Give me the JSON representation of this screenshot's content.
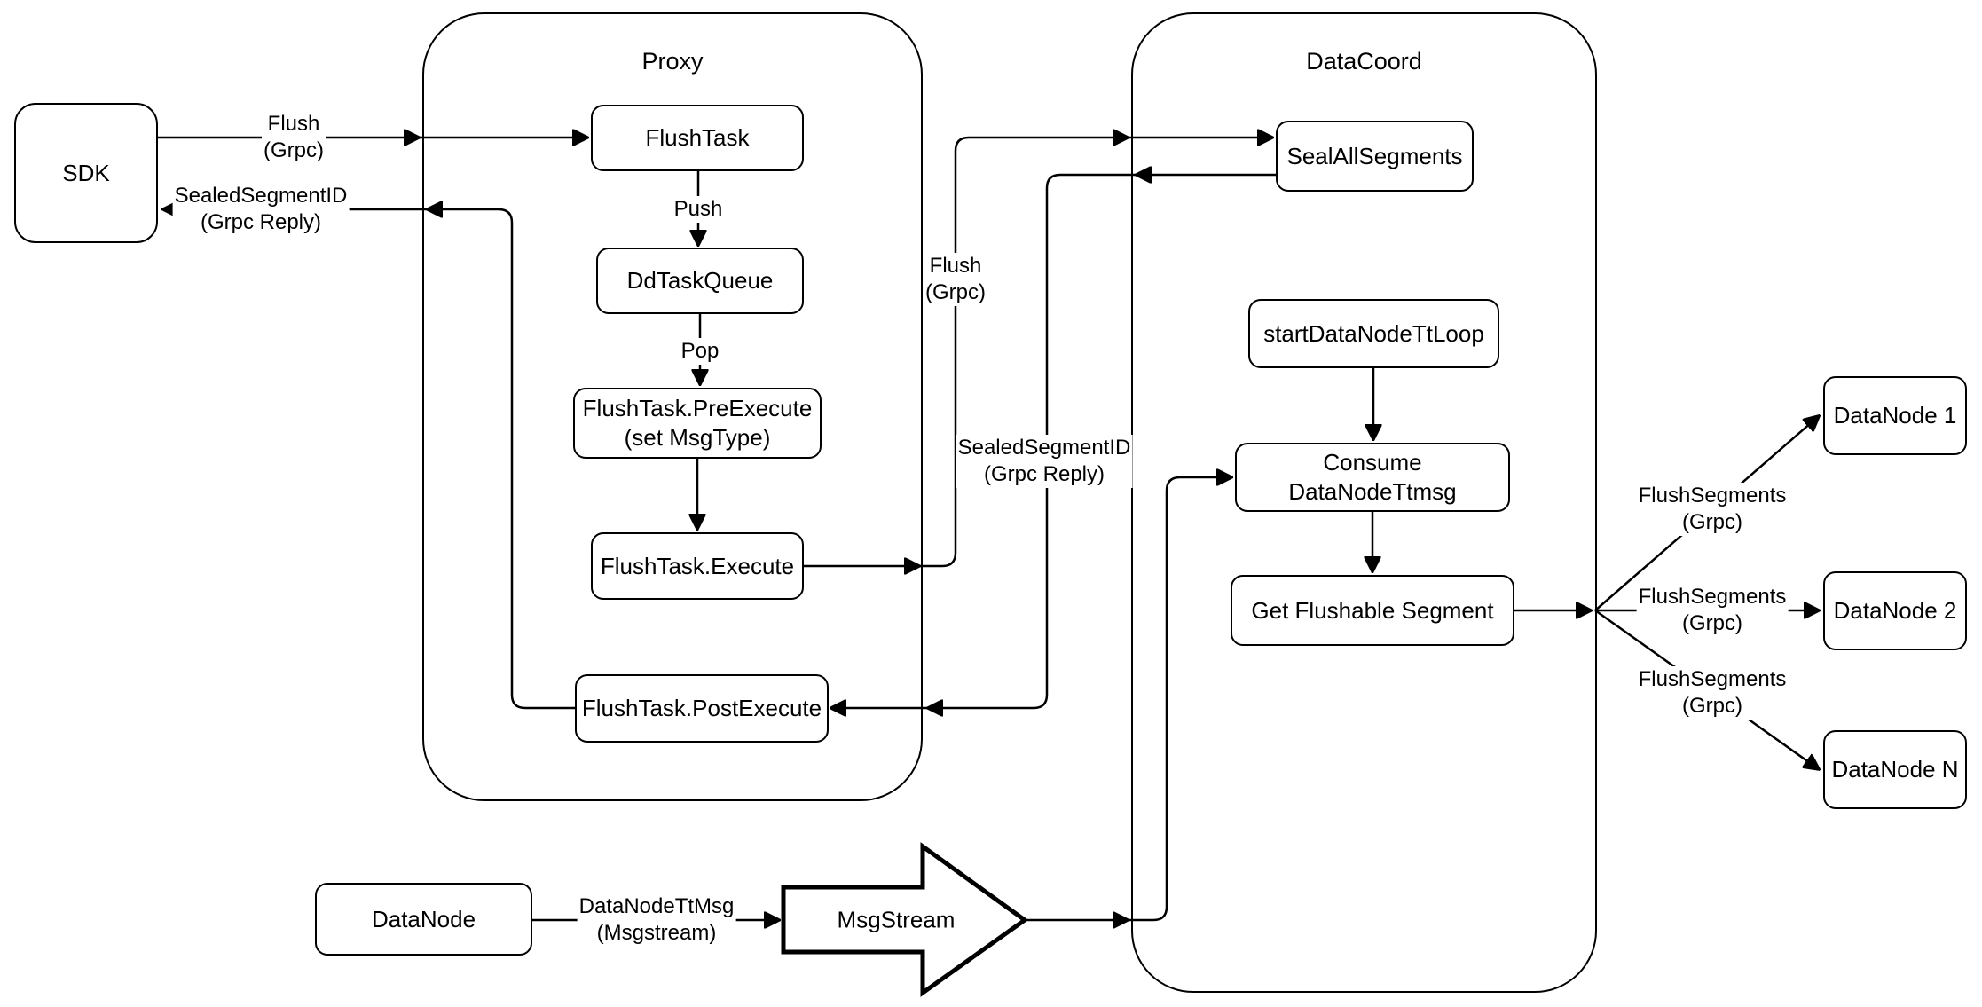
{
  "colors": {
    "stroke": "#000000",
    "fill": "#ffffff",
    "text": "#000000"
  },
  "containers": {
    "proxy": {
      "title": "Proxy"
    },
    "datacoord": {
      "title": "DataCoord"
    }
  },
  "nodes": {
    "sdk": {
      "label": "SDK"
    },
    "flush_task": {
      "label": "FlushTask"
    },
    "dd_task_queue": {
      "label": "DdTaskQueue"
    },
    "pre_execute": {
      "line1": "FlushTask.PreExecute",
      "line2": "(set MsgType)"
    },
    "execute": {
      "label": "FlushTask.Execute"
    },
    "post_execute": {
      "label": "FlushTask.PostExecute"
    },
    "seal_all_segments": {
      "label": "SealAllSegments"
    },
    "start_data_node_tt_loop": {
      "label": "startDataNodeTtLoop"
    },
    "consume_data_node_ttmsg": {
      "label": "Consume DataNodeTtmsg"
    },
    "get_flushable_segment": {
      "label": "Get Flushable Segment"
    },
    "data_node_1": {
      "label": "DataNode 1"
    },
    "data_node_2": {
      "label": "DataNode 2"
    },
    "data_node_n": {
      "label": "DataNode N"
    },
    "data_node": {
      "label": "DataNode"
    },
    "msg_stream": {
      "label": "MsgStream"
    }
  },
  "edge_labels": {
    "flush_grpc_sdk": {
      "line1": "Flush",
      "line2": "(Grpc)"
    },
    "sealed_segment_id_sdk": {
      "line1": "SealedSegmentID",
      "line2": "(Grpc Reply)"
    },
    "push": {
      "line1": "Push"
    },
    "pop": {
      "line1": "Pop"
    },
    "flush_grpc_datacoord": {
      "line1": "Flush",
      "line2": "(Grpc)"
    },
    "sealed_segment_id_datacoord": {
      "line1": "SealedSegmentID",
      "line2": "(Grpc Reply)"
    },
    "flush_segments_1": {
      "line1": "FlushSegments",
      "line2": "(Grpc)"
    },
    "flush_segments_2": {
      "line1": "FlushSegments",
      "line2": "(Grpc)"
    },
    "flush_segments_3": {
      "line1": "FlushSegments",
      "line2": "(Grpc)"
    },
    "data_node_tt_msg": {
      "line1": "DataNodeTtMsg",
      "line2": "(Msgstream)"
    }
  }
}
